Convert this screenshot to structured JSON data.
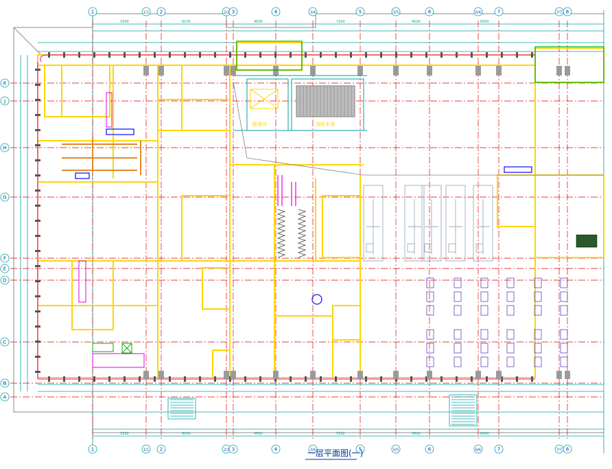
{
  "drawing_title": "一层平面图(一)",
  "grid_columns": [
    "1",
    "1/1",
    "2",
    "2/2",
    "3",
    "4",
    "3/4",
    "5",
    "5/5",
    "6",
    "6/6",
    "7",
    "7/7",
    "8"
  ],
  "grid_rows": [
    "K",
    "J",
    "H",
    "G",
    "F",
    "E",
    "D",
    "C",
    "B",
    "A"
  ],
  "room_labels": {
    "r1": "配电间",
    "r2": "消防水池"
  },
  "colors": {
    "grid_line": "#e00000",
    "wall": "#ffd500",
    "dimension": "#00a0a0",
    "gray": "#808080",
    "magenta": "#e000e0",
    "blue": "#1a1aff",
    "green": "#00b000",
    "orange": "#e08a2a",
    "purple": "#6040c0"
  }
}
